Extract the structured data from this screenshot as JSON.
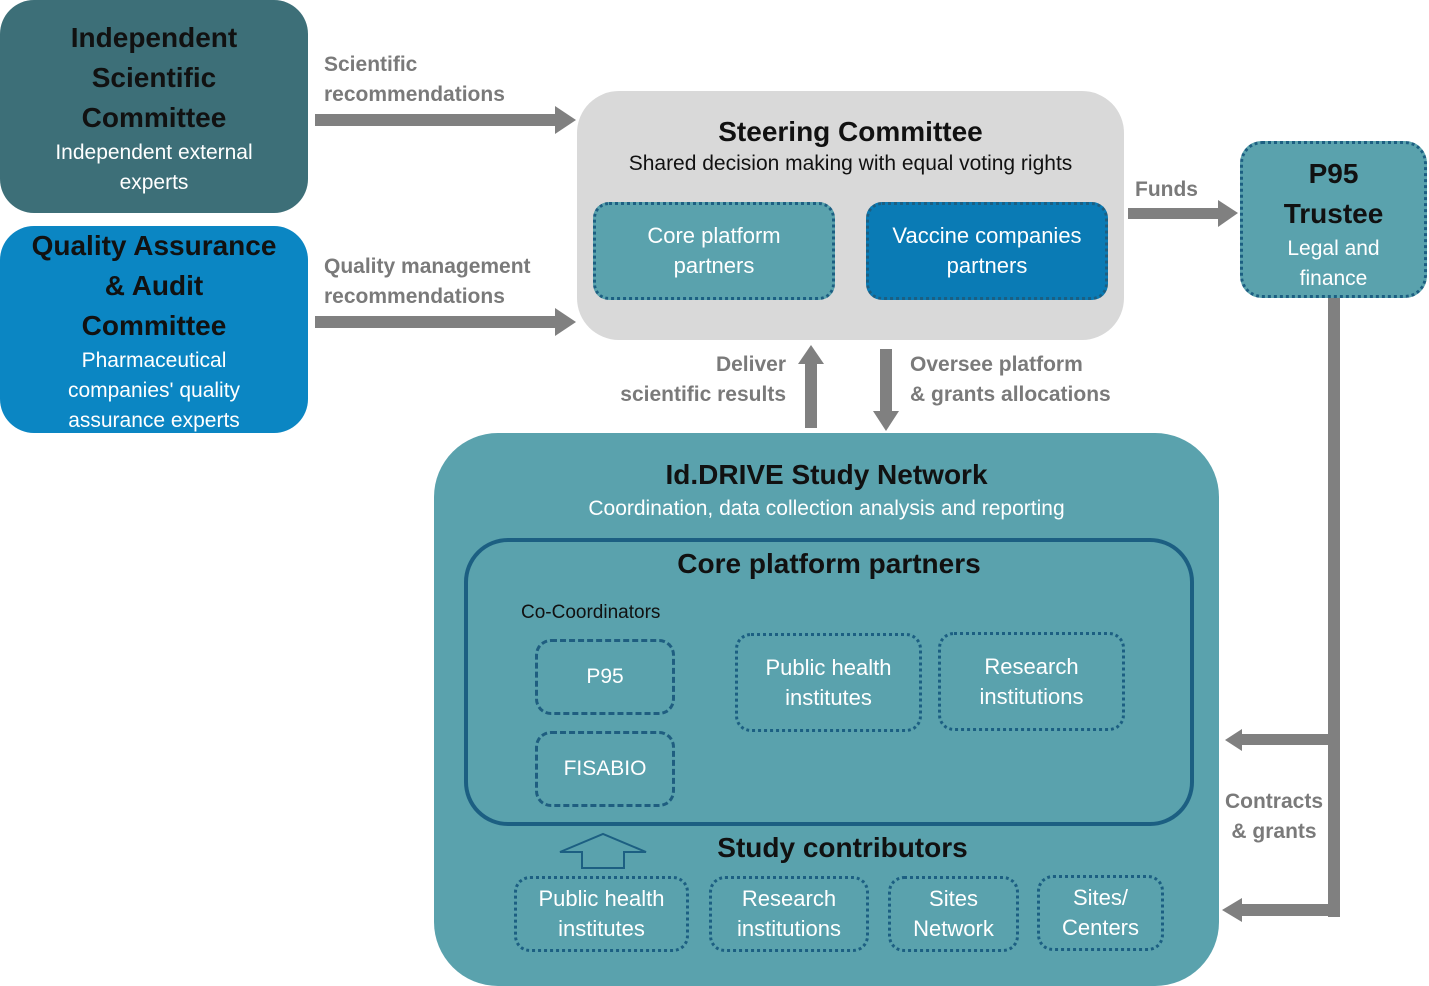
{
  "isc": {
    "title_line1": "Independent",
    "title_line2": "Scientific",
    "title_line3": "Committee",
    "sub_line1": "Independent external",
    "sub_line2": "experts"
  },
  "qaac": {
    "title_line1": "Quality Assurance",
    "title_line2": "& Audit",
    "title_line3": "Committee",
    "sub_line1": "Pharmaceutical",
    "sub_line2": "companies' quality",
    "sub_line3": "assurance experts"
  },
  "steering": {
    "title": "Steering Committee",
    "subtitle": "Shared decision making with equal voting rights",
    "core_line1": "Core platform",
    "core_line2": "partners",
    "vaccine_line1": "Vaccine companies",
    "vaccine_line2": "partners"
  },
  "trustee": {
    "title_line1": "P95",
    "title_line2": "Trustee",
    "sub_line1": "Legal and",
    "sub_line2": "finance"
  },
  "labels": {
    "sci_rec_line1": "Scientific",
    "sci_rec_line2": "recommendations",
    "qm_rec_line1": "Quality management",
    "qm_rec_line2": "recommendations",
    "funds": "Funds",
    "deliver_line1": "Deliver",
    "deliver_line2": "scientific results",
    "oversee_line1": "Oversee platform",
    "oversee_line2": "& grants allocations",
    "contracts_line1": "Contracts",
    "contracts_line2": "& grants"
  },
  "network": {
    "title": "Id.DRIVE Study Network",
    "subtitle": "Coordination, data collection analysis and reporting",
    "core": {
      "title": "Core platform partners",
      "cocoord_label": "Co-Coordinators",
      "p95": "P95",
      "fisabio": "FISABIO",
      "ph_line1": "Public health",
      "ph_line2": "institutes",
      "ri_line1": "Research",
      "ri_line2": "institutions"
    },
    "contributors": {
      "title": "Study contributors",
      "ph_line1": "Public health",
      "ph_line2": "institutes",
      "ri_line1": "Research",
      "ri_line2": "institutions",
      "sites_line1": "Sites",
      "sites_line2": "Network",
      "centers_line1": "Sites/",
      "centers_line2": "Centers"
    }
  },
  "colors": {
    "isc": "#3d6f78",
    "qaac": "#0b86c3",
    "steering": "#d9d9d9",
    "teal": "#5aa2ad",
    "vaccine": "#0a7bb5",
    "border_blue": "#1c5f82",
    "arrow": "#808080"
  }
}
